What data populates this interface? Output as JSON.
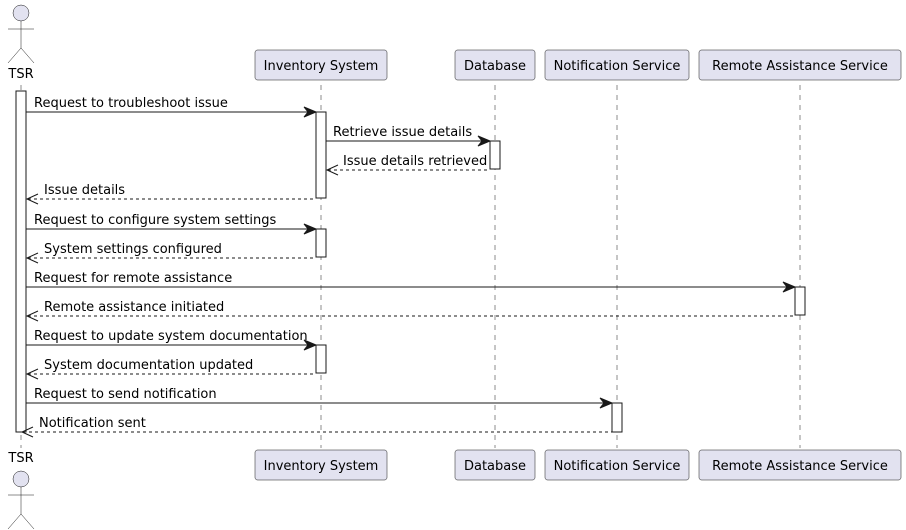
{
  "diagram": {
    "type": "sequence",
    "colors": {
      "participant_fill": "#e2e2f0",
      "stroke": "#181818",
      "activation_fill": "#ffffff",
      "background": "#ffffff"
    },
    "actor": {
      "id": "tsr",
      "label": "TSR",
      "icon": "stick-figure-actor-icon"
    },
    "participants": [
      {
        "id": "inventory",
        "label": "Inventory System"
      },
      {
        "id": "database",
        "label": "Database"
      },
      {
        "id": "notification",
        "label": "Notification Service"
      },
      {
        "id": "remote",
        "label": "Remote Assistance Service"
      }
    ],
    "messages": [
      {
        "from": "tsr",
        "to": "inventory",
        "label": "Request to troubleshoot issue",
        "style": "solid"
      },
      {
        "from": "inventory",
        "to": "database",
        "label": "Retrieve issue details",
        "style": "solid"
      },
      {
        "from": "database",
        "to": "inventory",
        "label": "Issue details retrieved",
        "style": "dashed"
      },
      {
        "from": "inventory",
        "to": "tsr",
        "label": "Issue details",
        "style": "dashed"
      },
      {
        "from": "tsr",
        "to": "inventory",
        "label": "Request to configure system settings",
        "style": "solid"
      },
      {
        "from": "inventory",
        "to": "tsr",
        "label": "System settings configured",
        "style": "dashed"
      },
      {
        "from": "tsr",
        "to": "remote",
        "label": "Request for remote assistance",
        "style": "solid"
      },
      {
        "from": "remote",
        "to": "tsr",
        "label": "Remote assistance initiated",
        "style": "dashed"
      },
      {
        "from": "tsr",
        "to": "inventory",
        "label": "Request to update system documentation",
        "style": "solid"
      },
      {
        "from": "inventory",
        "to": "tsr",
        "label": "System documentation updated",
        "style": "dashed"
      },
      {
        "from": "tsr",
        "to": "notification",
        "label": "Request to send notification",
        "style": "solid"
      },
      {
        "from": "notification",
        "to": "tsr",
        "label": "Notification sent",
        "style": "dashed"
      }
    ]
  }
}
